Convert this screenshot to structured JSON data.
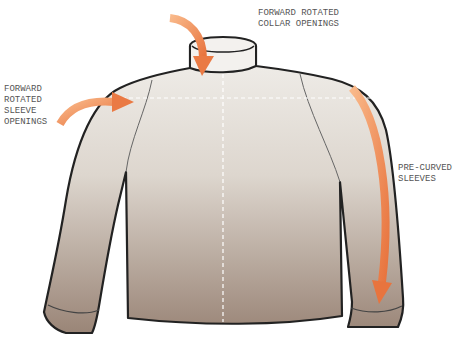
{
  "diagram": {
    "labels": [
      "FORWARD ROTATED COLLAR OPENINGS",
      "FORWARD ROTATED SLEEVE OPENINGS",
      "PRE-CURVED SLEEVES"
    ]
  }
}
